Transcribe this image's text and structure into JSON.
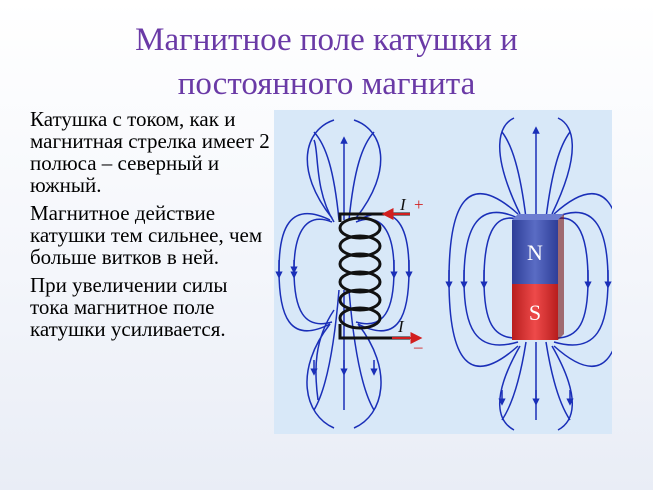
{
  "slide": {
    "title_line1": "Магнитное поле катушки и",
    "title_line2": "постоянного магнита",
    "paragraphs": [
      "Катушка с током, как и магнитная стрелка имеет 2 полюса – северный и южный.",
      "Магнитное действие катушки тем сильнее, чем больше витков в ней.",
      "При увеличении силы тока магнитное поле катушки усиливается."
    ]
  },
  "figure": {
    "coil": {
      "current_label_top": "I",
      "current_sign_top": "+",
      "current_label_bottom": "I",
      "current_sign_bottom": "–"
    },
    "magnet": {
      "north_label": "N",
      "south_label": "S"
    },
    "colors": {
      "title": "#6a3aa6",
      "field_lines": "#1a2fb8",
      "panel_background": "#d8e8f8",
      "magnet_north": "#3f4fa8",
      "magnet_south": "#d12a2a",
      "current_arrow": "#d11f1f"
    }
  }
}
